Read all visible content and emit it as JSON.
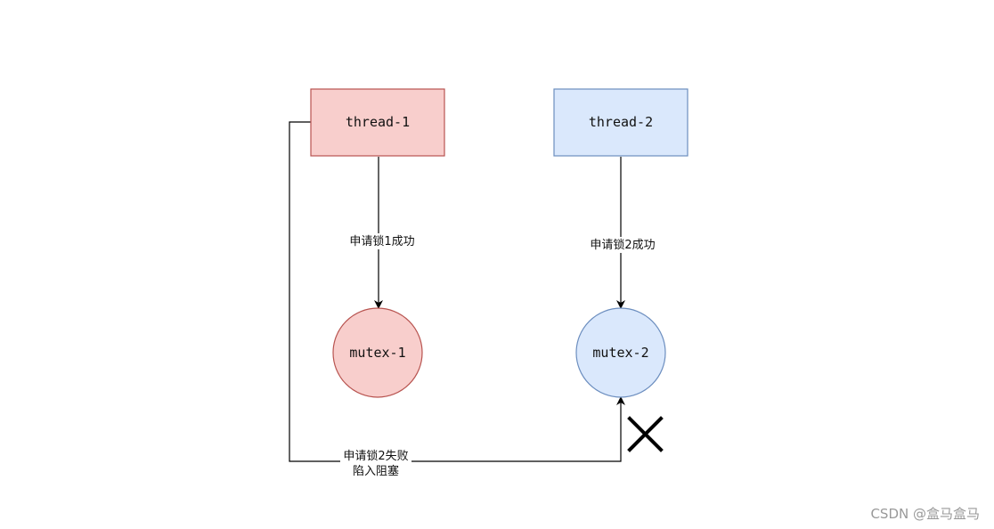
{
  "nodes": {
    "thread1": {
      "label": "thread-1",
      "fill": "#f8cecc",
      "stroke": "#b85450"
    },
    "thread2": {
      "label": "thread-2",
      "fill": "#dae8fc",
      "stroke": "#6c8ebf"
    },
    "mutex1": {
      "label": "mutex-1",
      "fill": "#f8cecc",
      "stroke": "#b85450"
    },
    "mutex2": {
      "label": "mutex-2",
      "fill": "#dae8fc",
      "stroke": "#6c8ebf"
    }
  },
  "edges": {
    "t1_m1": {
      "label": "申请锁1成功"
    },
    "t2_m2": {
      "label": "申请锁2成功"
    },
    "t1_m2": {
      "label_line1": "申请锁2失败",
      "label_line2": "陷入阻塞"
    }
  },
  "blocked_marker": "cross-icon",
  "watermark": "CSDN @盒马盒马"
}
